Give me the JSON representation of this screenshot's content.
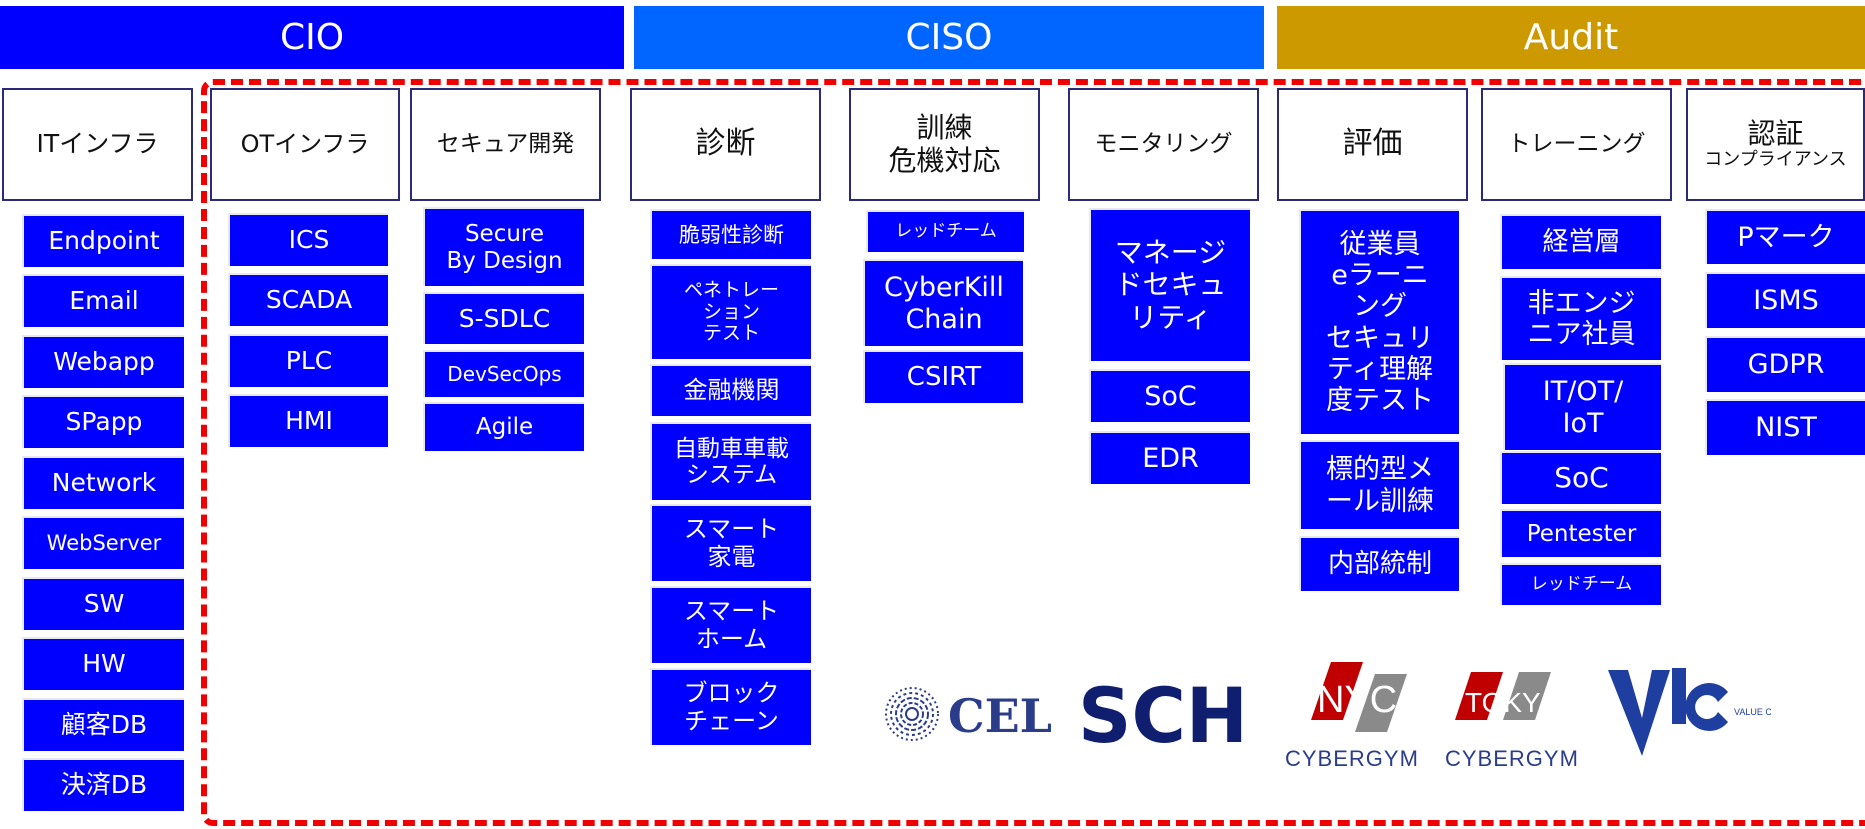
{
  "colors": {
    "cio": "#0000ff",
    "ciso": "#0066ff",
    "audit": "#cc9900",
    "item": "#0000ff",
    "dashed": "#f00000"
  },
  "bands": {
    "cio": "CIO",
    "ciso": "CISO",
    "audit": "Audit"
  },
  "columns": [
    {
      "key": "it",
      "title": "ITインフラ",
      "items": [
        "Endpoint",
        "Email",
        "Webapp",
        "SPapp",
        "Network",
        "WebServer",
        "SW",
        "HW",
        "顧客DB",
        "決済DB"
      ]
    },
    {
      "key": "ot",
      "title": "OTインフラ",
      "items": [
        "ICS",
        "SCADA",
        "PLC",
        "HMI"
      ]
    },
    {
      "key": "secdev",
      "title": "セキュア開発",
      "items": [
        "Secure\nBy Design",
        "S-SDLC",
        "DevSecOps",
        "Agile"
      ]
    },
    {
      "key": "diag",
      "title": "診断",
      "items": [
        "脆弱性診断",
        "ペネトレー\nション\nテスト",
        "金融機関",
        "自動車車載\nシステム",
        "スマート\n家電",
        "スマート\nホーム",
        "ブロック\nチェーン"
      ]
    },
    {
      "key": "train",
      "title": "訓練",
      "subtitle": "危機対応",
      "items": [
        "レッドチーム",
        "CyberKill\nChain",
        "CSIRT"
      ]
    },
    {
      "key": "mon",
      "title": "モニタリング",
      "items": [
        "マネージ\nドセキュ\nリティ",
        "SoC",
        "EDR"
      ]
    },
    {
      "key": "eval",
      "title": "評価",
      "items": [
        "従業員\neラーニ\nング\nセキュリ\nティ理解\n度テスト",
        "標的型メ\nール訓練",
        "内部統制"
      ]
    },
    {
      "key": "training2",
      "title": "トレーニング",
      "items": [
        "経営層",
        "非エンジ\nニア社員",
        "IT/OT/\nIoT",
        "SoC",
        "Pentester",
        "レッドチーム"
      ]
    },
    {
      "key": "cert",
      "title": "認証",
      "subtitle": "コンプライアンス",
      "items": [
        "Pマーク",
        "ISMS",
        "GDPR",
        "NIST"
      ]
    }
  ],
  "logos": {
    "cel": "CEL",
    "sch": "SCH",
    "nyc_city": "NYC",
    "nyc_brand": "CYBERGYM",
    "tokyo_city": "TOKYO",
    "tokyo_brand": "CYBERGYM",
    "vlc_mark": "VLC",
    "vlc_tag": "VALUE CREATE"
  }
}
